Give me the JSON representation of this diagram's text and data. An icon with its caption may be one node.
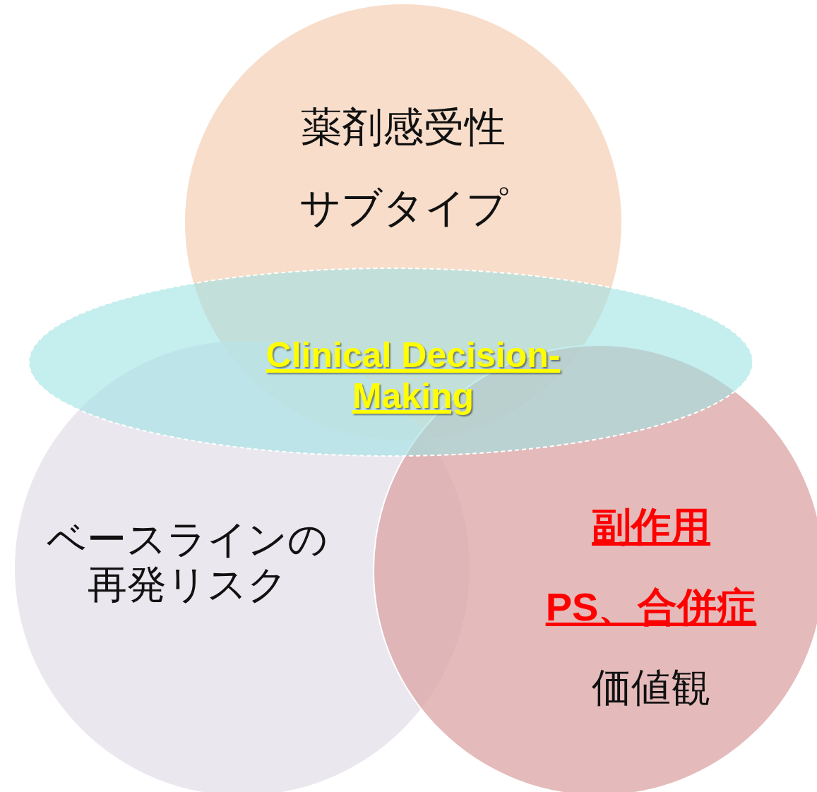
{
  "diagram": {
    "nodes": [
      {
        "text": [
          "薬剤感受性",
          "サブタイプ"
        ]
      },
      {
        "text": [
          "Clinical Decision-Making"
        ]
      },
      {
        "text": [
          "ベースラインの再発リスク"
        ]
      },
      {
        "text": [
          "副作用",
          "PS、合併症",
          "価値観"
        ]
      }
    ]
  }
}
